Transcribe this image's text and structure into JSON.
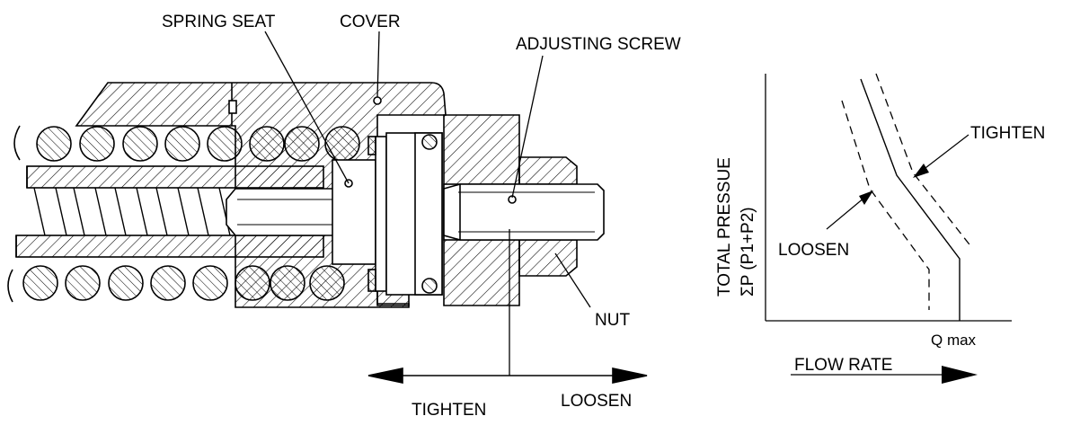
{
  "labels": {
    "spring_seat": "SPRING SEAT",
    "cover": "COVER",
    "adjusting_screw": "ADJUSTING SCREW",
    "nut": "NUT",
    "tighten_bottom": "TIGHTEN",
    "loosen_bottom": "LOOSEN"
  },
  "graph": {
    "y_label_line1": "TOTAL PRESSUE",
    "y_label_line2": "ΣP (P1+P2)",
    "x_label": "FLOW RATE",
    "q_max": "Q max",
    "tighten": "TIGHTEN",
    "loosen": "LOOSEN"
  },
  "colors": {
    "ink": "#000000",
    "paper": "#ffffff"
  }
}
